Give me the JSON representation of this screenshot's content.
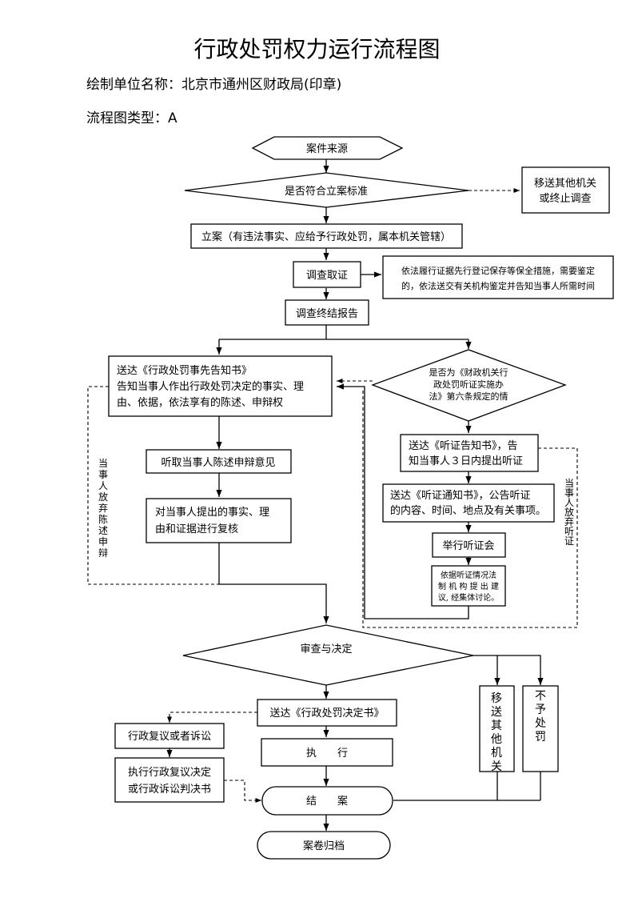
{
  "title": "行政处罚权力运行流程图",
  "unit": "绘制单位名称：北京市通州区财政局(印章)",
  "flow_type": "流程图类型：A",
  "nodes": {
    "case_source": "案件来源",
    "standard_check": "是否符合立案标准",
    "transfer_or_stop": [
      "移送其他机关",
      "或终止调查"
    ],
    "filing": "立案（有违法事实、应给予行政处罚，属本机关管辖）",
    "investigate": "调查取证",
    "evidence_note": [
      "依法履行证据先行登记保存等保全措施，需要鉴定",
      "的，依法送交有关机构鉴定并告知当事人所需时间"
    ],
    "report": "调查终结报告",
    "prior_notice": [
      "送达《行政处罚事先告知书》",
      "告知当事人作出行政处罚决定的事实、理",
      "由、依据，依法享有的陈述、申辩权"
    ],
    "hearing_check": [
      "是否为《财政机关行",
      "政处罚听证实施办",
      "法》第六条规定的情"
    ],
    "waive_statement": "当事人放弃陈述申辩",
    "waive_hearing": "当事人放弃听证",
    "listen": "听取当事人陈述申辩意见",
    "review": [
      "对当事人提出的事实、理",
      "由和证据进行复核"
    ],
    "hearing_notice_1": [
      "送达《听证告知书》，告",
      "知当事人３日内提出听证"
    ],
    "hearing_notice_2": [
      "送达《听证通知书》，公告听证",
      "的内容、时间、地点及有关事项。"
    ],
    "hold_hearing": "举行听证会",
    "legal_advice": [
      "依据听证情况法",
      "制 机 构 提 出 建",
      "议, 经集体讨论。"
    ],
    "decide": "审查与决定",
    "decision_doc": "送达《行政处罚决定书》",
    "transfer_other": "移送其他机关",
    "no_penalty": "不予处罚",
    "reconsider": "行政复议或者诉讼",
    "judgment": [
      "执行行政复议决定",
      "或行政诉讼判决书"
    ],
    "execute": "执　　行",
    "close": "结　　案",
    "archive": "案卷归档"
  }
}
